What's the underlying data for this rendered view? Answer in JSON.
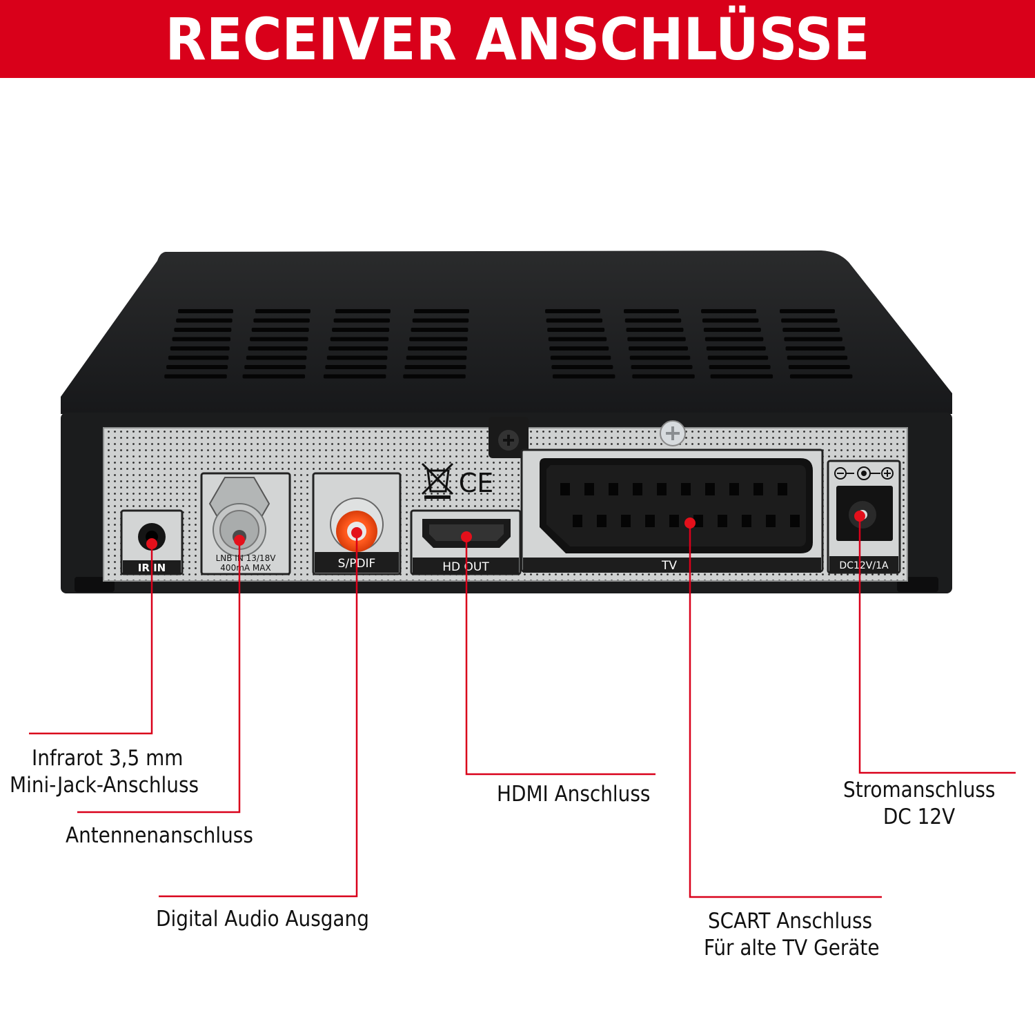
{
  "colors": {
    "accent": "#d9001a",
    "device_body": "#1e1f20",
    "panel": "#c9cbcb",
    "text": "#111111"
  },
  "header": {
    "title": "RECEIVER ANSCHLÜSSE"
  },
  "device": {
    "port_labels": {
      "ir_in": "IR IN",
      "lnb_line1": "LNB IN 13/18V",
      "lnb_line2": "400mA MAX",
      "spdif": "S/PDIF",
      "hd_out": "HD OUT",
      "tv": "TV",
      "dc": "DC12V/1A",
      "ce_mark": "CE"
    }
  },
  "callouts": {
    "infrarot": {
      "line1": "Infrarot 3,5 mm",
      "line2": "Mini-Jack-Anschluss"
    },
    "antenne": {
      "line1": "Antennenanschluss"
    },
    "audio": {
      "line1": "Digital Audio Ausgang"
    },
    "hdmi": {
      "line1": "HDMI Anschluss"
    },
    "strom": {
      "line1": "Stromanschluss",
      "line2": "DC 12V"
    },
    "scart": {
      "line1": "SCART Anschluss",
      "line2": "Für alte TV Geräte"
    }
  }
}
